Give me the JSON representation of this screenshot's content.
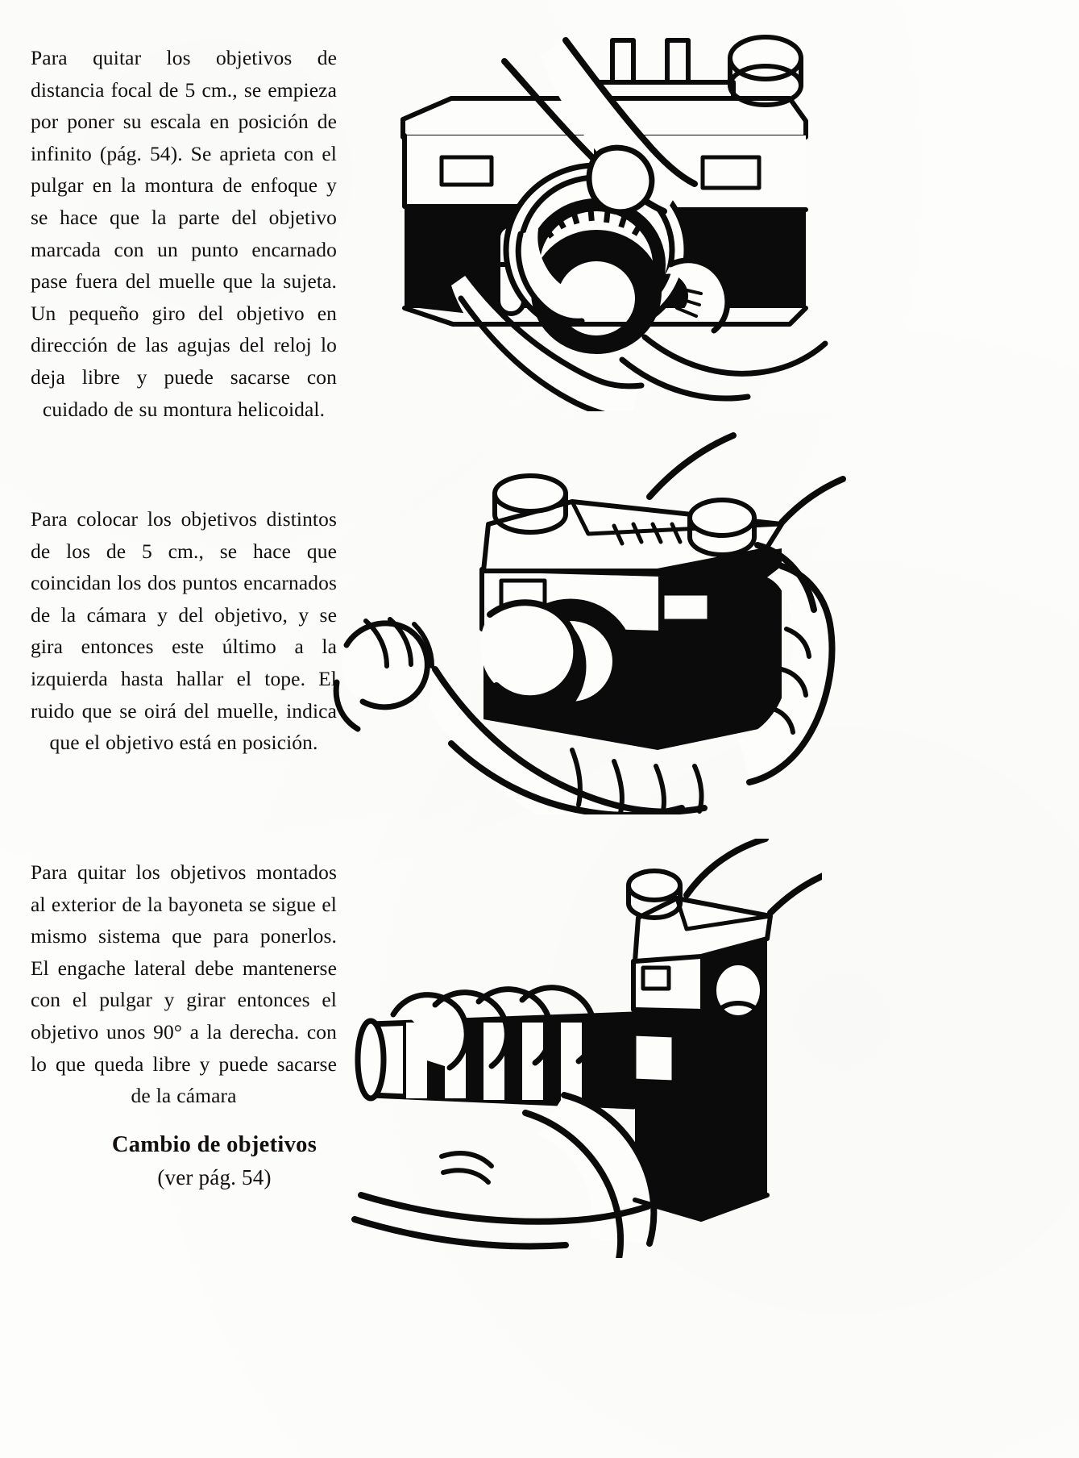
{
  "document": {
    "language": "Spanish",
    "page_type": "camera-manual-instruction-page"
  },
  "paragraphs": [
    {
      "id": "remove-5cm-lens",
      "text": "Para quitar los objetivos de distancia focal de 5 cm., se empieza por poner su escala en posición de infinito (pág. 54). Se aprieta con el pulgar en la montura de enfoque y se hace que la parte del objetivo marcada con un punto encarnado pase fuera del muelle que la sujeta. Un pequeño giro del objetivo en dirección de las agujas del reloj lo deja libre y puede sacarse con cuidado de su montura helicoidal."
    },
    {
      "id": "mount-other-lenses",
      "text": "Para colocar los objetivos distintos de los de 5 cm., se hace que coincidan los dos puntos encarnados de la cámara y del objetivo, y se gira entonces este último a la izquierda hasta hallar el tope. El ruido que se oirá del muelle, indica que el objetivo está en posición."
    },
    {
      "id": "remove-bayonet-lenses",
      "text": "Para quitar los objetivos montados al exterior de la bayoneta se sigue el mismo sistema que para ponerlos. El engache lateral debe mantenerse con el pulgar y girar entonces el objetivo unos 90° a la derecha. con lo que queda libre y puede sacarse de la cámara"
    }
  ],
  "caption": {
    "title": "Cambio de objetivos",
    "subtitle": "(ver pág. 54)"
  },
  "figures": [
    {
      "id": "figure-remove-lens",
      "description": "Manos sujetando una cámara telemétrica de frente, con el pulgar apretando la montura de enfoque del objetivo"
    },
    {
      "id": "figure-mount-lens",
      "description": "Vista en ángulo de una cámara telemétrica sostenida por dos manos mientras se gira el objetivo a la izquierda"
    },
    {
      "id": "figure-bayonet-lens",
      "description": "Cámara con teleobjetivo largo montado en bayoneta sostenida por ambas manos"
    }
  ],
  "colors": {
    "ink": "#0b0b0b",
    "paper": "#fdfdfb"
  }
}
